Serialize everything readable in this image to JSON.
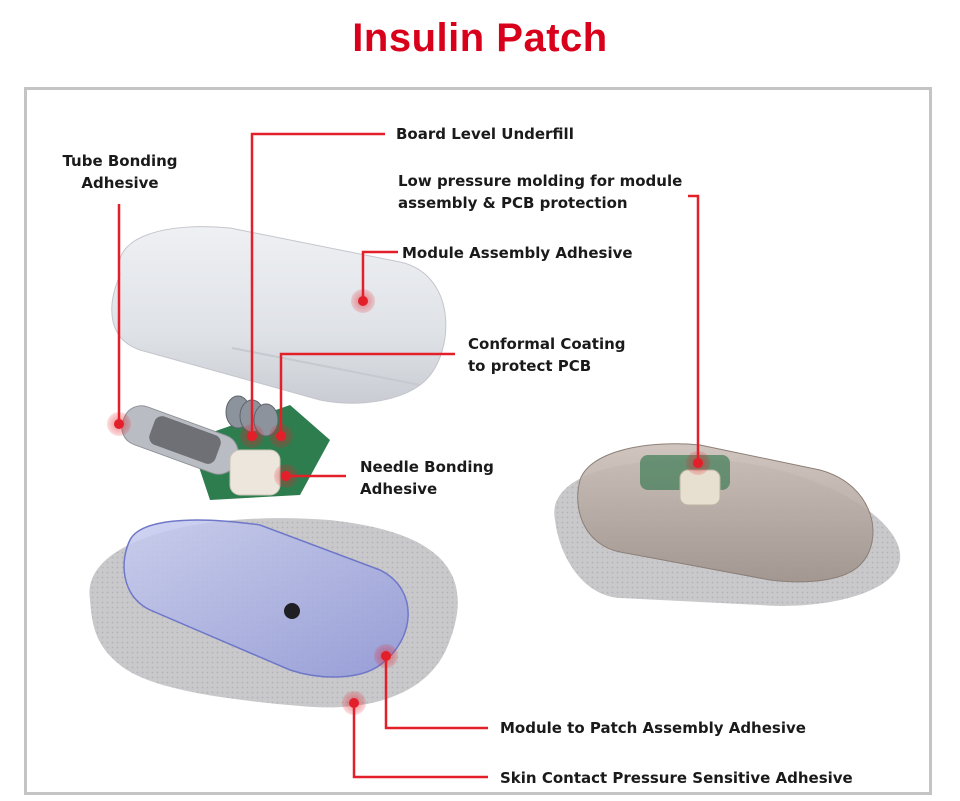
{
  "title": "Insulin Patch",
  "colors": {
    "title": "#d9001b",
    "leader": "#e3202a",
    "frame": "#c4c4c4",
    "text": "#1a1a1a"
  },
  "callouts": [
    {
      "id": "tube-bonding-adhesive",
      "lines": [
        "Tube Bonding",
        "Adhesive"
      ]
    },
    {
      "id": "board-level-underfill",
      "lines": [
        "Board Level Underfill"
      ]
    },
    {
      "id": "low-pressure-molding",
      "lines": [
        "Low pressure molding for module",
        "assembly & PCB protection"
      ]
    },
    {
      "id": "module-assembly-adhesive",
      "lines": [
        "Module Assembly Adhesive"
      ]
    },
    {
      "id": "conformal-coating",
      "lines": [
        "Conformal Coating",
        "to protect PCB"
      ]
    },
    {
      "id": "needle-bonding-adhesive",
      "lines": [
        "Needle Bonding",
        "Adhesive"
      ]
    },
    {
      "id": "module-to-patch-adhesive",
      "lines": [
        "Module to Patch Assembly Adhesive"
      ]
    },
    {
      "id": "skin-contact-psa",
      "lines": [
        "Skin Contact Pressure Sensitive Adhesive"
      ]
    }
  ],
  "components": {
    "top_cover": "module-cover",
    "pcb_assembly": "pump-pcb-assembly",
    "base_patch": "patch-base",
    "assembled_device": "assembled-insulin-patch"
  }
}
